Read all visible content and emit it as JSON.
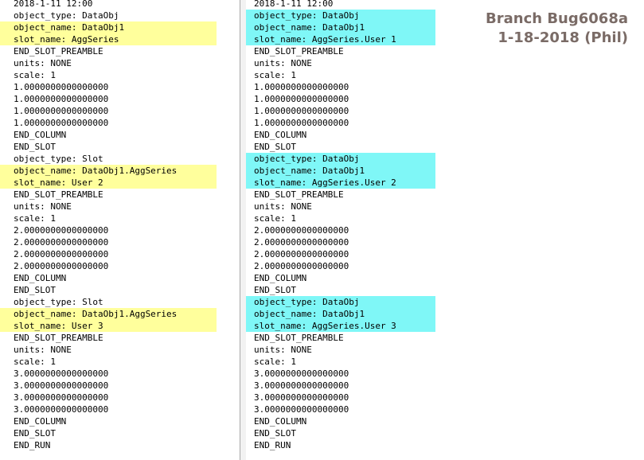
{
  "left_panel": {
    "lines": [
      {
        "text": "2018-1-11 12:00",
        "hl": ""
      },
      {
        "text": "object_type: DataObj",
        "hl": ""
      },
      {
        "text": "object_name: DataObj1",
        "hl": "yellow"
      },
      {
        "text": "slot_name: AggSeries",
        "hl": "yellow"
      },
      {
        "text": "END_SLOT_PREAMBLE",
        "hl": ""
      },
      {
        "text": "units: NONE",
        "hl": ""
      },
      {
        "text": "scale: 1",
        "hl": ""
      },
      {
        "text": "1.0000000000000000",
        "hl": ""
      },
      {
        "text": "1.0000000000000000",
        "hl": ""
      },
      {
        "text": "1.0000000000000000",
        "hl": ""
      },
      {
        "text": "1.0000000000000000",
        "hl": ""
      },
      {
        "text": "END_COLUMN",
        "hl": ""
      },
      {
        "text": "END_SLOT",
        "hl": ""
      },
      {
        "text": "object_type: Slot",
        "hl": ""
      },
      {
        "text": "object_name: DataObj1.AggSeries",
        "hl": "yellow"
      },
      {
        "text": "slot_name: User 2",
        "hl": "yellow"
      },
      {
        "text": "END_SLOT_PREAMBLE",
        "hl": ""
      },
      {
        "text": "units: NONE",
        "hl": ""
      },
      {
        "text": "scale: 1",
        "hl": ""
      },
      {
        "text": "2.0000000000000000",
        "hl": ""
      },
      {
        "text": "2.0000000000000000",
        "hl": ""
      },
      {
        "text": "2.0000000000000000",
        "hl": ""
      },
      {
        "text": "2.0000000000000000",
        "hl": ""
      },
      {
        "text": "END_COLUMN",
        "hl": ""
      },
      {
        "text": "END_SLOT",
        "hl": ""
      },
      {
        "text": "object_type: Slot",
        "hl": ""
      },
      {
        "text": "object_name: DataObj1.AggSeries",
        "hl": "yellow"
      },
      {
        "text": "slot_name: User 3",
        "hl": "yellow"
      },
      {
        "text": "END_SLOT_PREAMBLE",
        "hl": ""
      },
      {
        "text": "units: NONE",
        "hl": ""
      },
      {
        "text": "scale: 1",
        "hl": ""
      },
      {
        "text": "3.0000000000000000",
        "hl": ""
      },
      {
        "text": "3.0000000000000000",
        "hl": ""
      },
      {
        "text": "3.0000000000000000",
        "hl": ""
      },
      {
        "text": "3.0000000000000000",
        "hl": ""
      },
      {
        "text": "END_COLUMN",
        "hl": ""
      },
      {
        "text": "END_SLOT",
        "hl": ""
      },
      {
        "text": "END_RUN",
        "hl": ""
      }
    ]
  },
  "right_panel": {
    "lines": [
      {
        "text": "2018-1-11 12:00",
        "hl": ""
      },
      {
        "text": "object_type: DataObj",
        "hl": "cyan"
      },
      {
        "text": "object_name: DataObj1",
        "hl": "cyan"
      },
      {
        "text": "slot_name: AggSeries.User 1",
        "hl": "cyan"
      },
      {
        "text": "END_SLOT_PREAMBLE",
        "hl": ""
      },
      {
        "text": "units: NONE",
        "hl": ""
      },
      {
        "text": "scale: 1",
        "hl": ""
      },
      {
        "text": "1.0000000000000000",
        "hl": ""
      },
      {
        "text": "1.0000000000000000",
        "hl": ""
      },
      {
        "text": "1.0000000000000000",
        "hl": ""
      },
      {
        "text": "1.0000000000000000",
        "hl": ""
      },
      {
        "text": "END_COLUMN",
        "hl": ""
      },
      {
        "text": "END_SLOT",
        "hl": ""
      },
      {
        "text": "object_type: DataObj",
        "hl": "cyan"
      },
      {
        "text": "object_name: DataObj1",
        "hl": "cyan"
      },
      {
        "text": "slot_name: AggSeries.User 2",
        "hl": "cyan"
      },
      {
        "text": "END_SLOT_PREAMBLE",
        "hl": ""
      },
      {
        "text": "units: NONE",
        "hl": ""
      },
      {
        "text": "scale: 1",
        "hl": ""
      },
      {
        "text": "2.0000000000000000",
        "hl": ""
      },
      {
        "text": "2.0000000000000000",
        "hl": ""
      },
      {
        "text": "2.0000000000000000",
        "hl": ""
      },
      {
        "text": "2.0000000000000000",
        "hl": ""
      },
      {
        "text": "END_COLUMN",
        "hl": ""
      },
      {
        "text": "END_SLOT",
        "hl": ""
      },
      {
        "text": "object_type: DataObj",
        "hl": "cyan"
      },
      {
        "text": "object_name: DataObj1",
        "hl": "cyan"
      },
      {
        "text": "slot_name: AggSeries.User 3",
        "hl": "cyan"
      },
      {
        "text": "END_SLOT_PREAMBLE",
        "hl": ""
      },
      {
        "text": "units: NONE",
        "hl": ""
      },
      {
        "text": "scale: 1",
        "hl": ""
      },
      {
        "text": "3.0000000000000000",
        "hl": ""
      },
      {
        "text": "3.0000000000000000",
        "hl": ""
      },
      {
        "text": "3.0000000000000000",
        "hl": ""
      },
      {
        "text": "3.0000000000000000",
        "hl": ""
      },
      {
        "text": "END_COLUMN",
        "hl": ""
      },
      {
        "text": "END_SLOT",
        "hl": ""
      },
      {
        "text": "END_RUN",
        "hl": ""
      }
    ]
  },
  "annotation": {
    "line1": "Branch Bug6068a",
    "line2": "1-18-2018 (Phil)"
  },
  "colors": {
    "yellow_highlight": "#ffff9c",
    "cyan_highlight": "#7ff7f7",
    "annotation_text": "#7a6b66"
  }
}
